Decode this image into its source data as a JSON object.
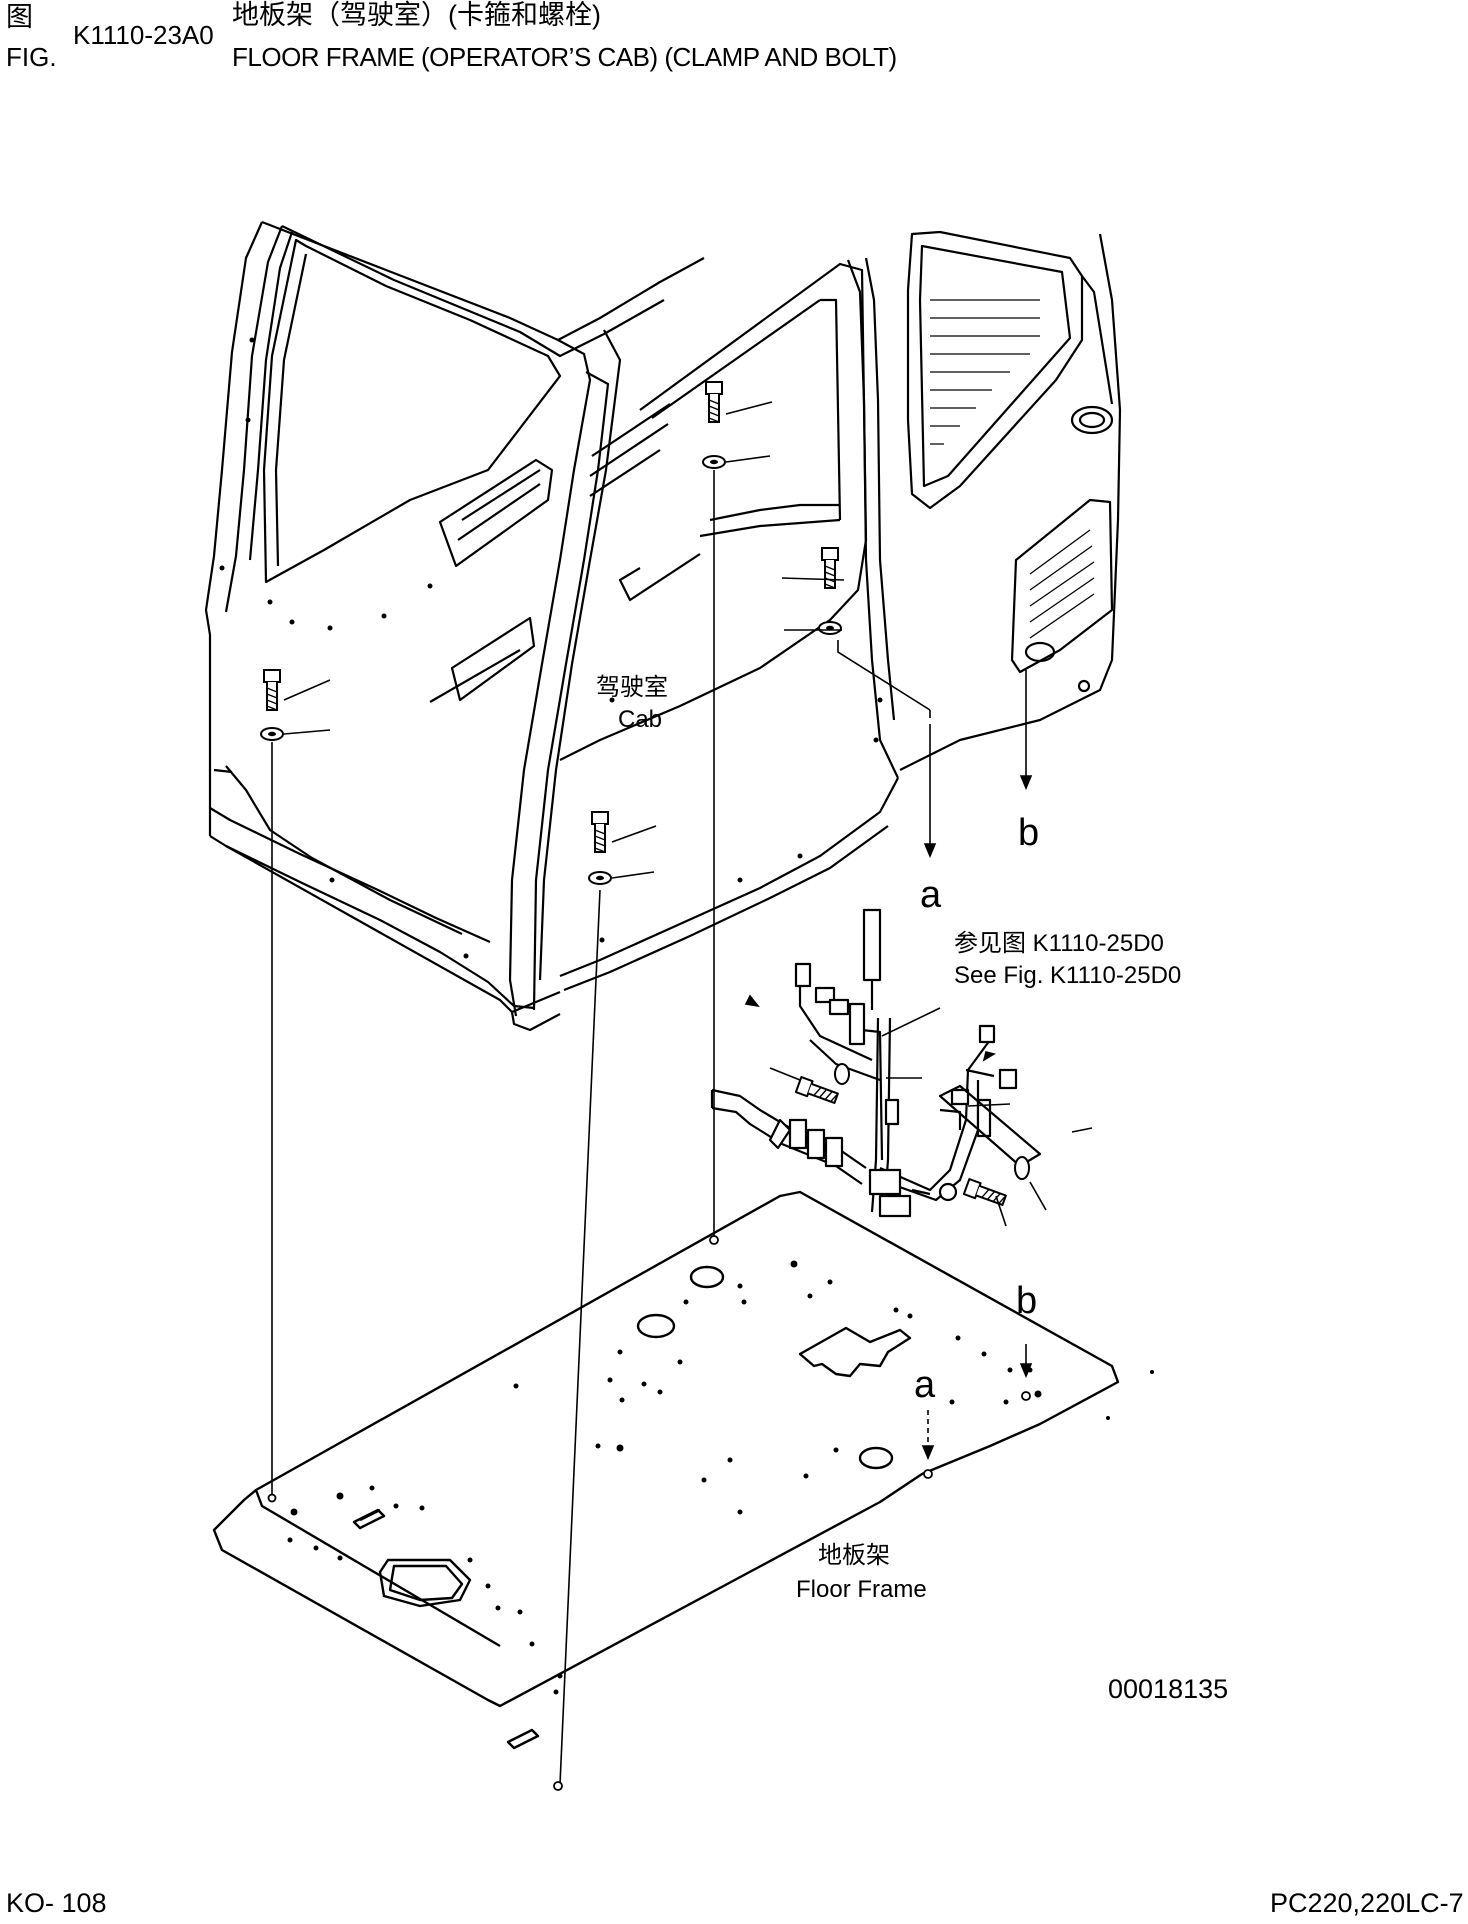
{
  "header": {
    "fig_cn": "图",
    "fig_en": "FIG.",
    "fig_number": "K1110-23A0",
    "title_cn": "地板架（驾驶室）(卡箍和螺栓)",
    "title_en": "FLOOR FRAME (OPERATOR’S CAB) (CLAMP AND BOLT)"
  },
  "labels": {
    "cab_cn": "驾驶室",
    "cab_en": "Cab",
    "floor_cn": "地板架",
    "floor_en": "Floor Frame",
    "ref_cn": "参见图 K1110-25D0",
    "ref_en": "See Fig. K1110-25D0",
    "arrow_a": "a",
    "arrow_b": "b",
    "drawing_id": "00018135"
  },
  "footer": {
    "page": "KO- 108",
    "model": "PC220,220LC-7"
  }
}
